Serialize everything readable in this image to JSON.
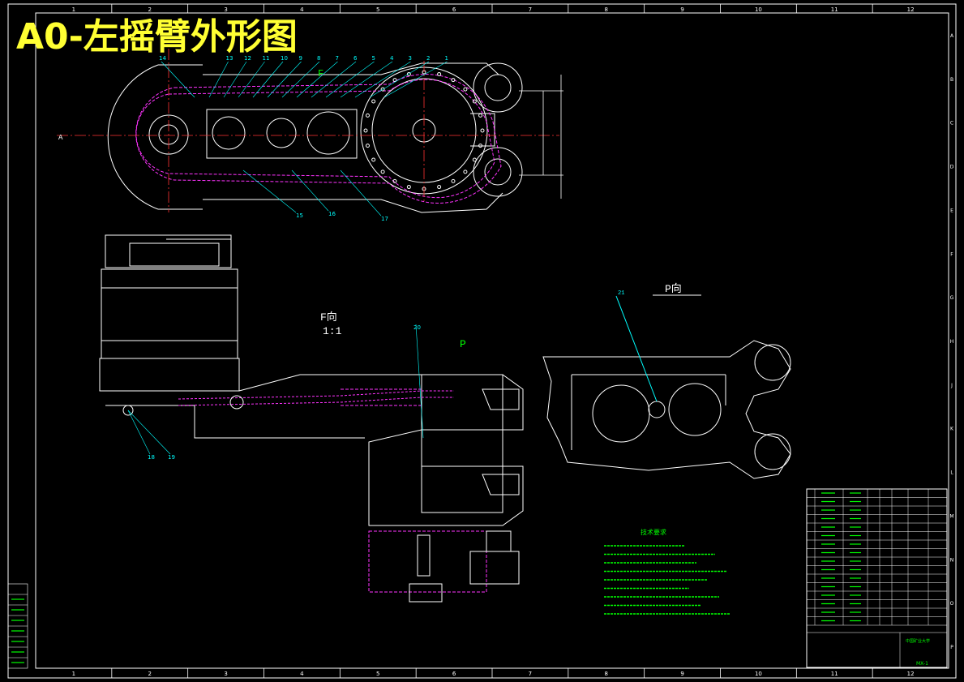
{
  "title": "A0-左摇臂外形图",
  "colors": {
    "background": "#000000",
    "frame": "#ffffff",
    "title": "#ffff33",
    "leader": "#00ffff",
    "green": "#00ff00",
    "magenta": "#ff33ff",
    "red": "#ff3333"
  },
  "border": {
    "columns": [
      "1",
      "2",
      "3",
      "4",
      "5",
      "6",
      "7",
      "8",
      "9",
      "10",
      "11",
      "12"
    ],
    "rows": [
      "A",
      "B",
      "C",
      "D",
      "E",
      "F",
      "G",
      "H",
      "J",
      "K",
      "L",
      "M",
      "N",
      "O",
      "P"
    ]
  },
  "top_view": {
    "balloons": [
      "14",
      "13",
      "12",
      "11",
      "10",
      "9",
      "8",
      "7",
      "6",
      "5",
      "4",
      "3",
      "2",
      "1"
    ],
    "lower_balloons": [
      "15",
      "16",
      "17"
    ],
    "section_marker": "F",
    "end_marker": "A"
  },
  "front_view": {
    "label": "F向",
    "scale": "1:1",
    "direction_marker": "P",
    "balloons": [
      "20",
      "18",
      "19"
    ]
  },
  "side_view": {
    "label": "P向",
    "balloons": [
      "21"
    ]
  },
  "notes": {
    "title": "技术要求",
    "count": 9
  },
  "parts_table": {
    "rows": 16
  },
  "title_block": {
    "school": "中国矿业大学",
    "drawing_no": "MX-1"
  }
}
